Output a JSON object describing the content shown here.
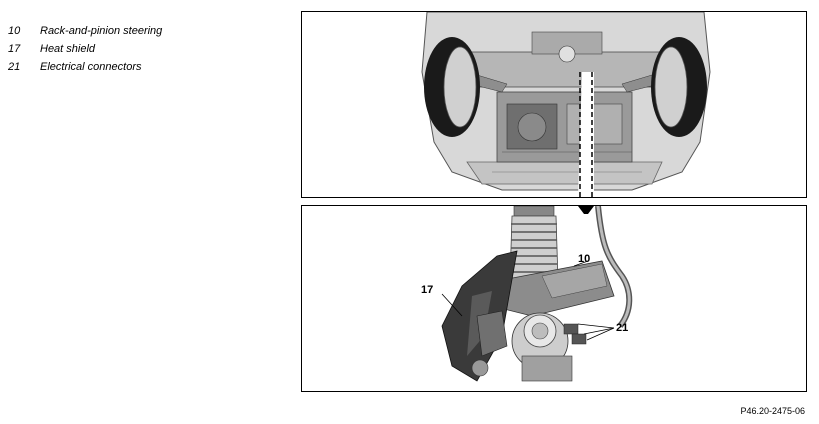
{
  "legend": {
    "items": [
      {
        "number": "10",
        "label": "Rack-and-pinion steering"
      },
      {
        "number": "17",
        "label": "Heat shield"
      },
      {
        "number": "21",
        "label": "Electrical connectors"
      }
    ]
  },
  "diagram": {
    "callouts": {
      "c10": "10",
      "c17": "17",
      "c21": "21"
    }
  },
  "figure_id": "P46.20-2475-06"
}
